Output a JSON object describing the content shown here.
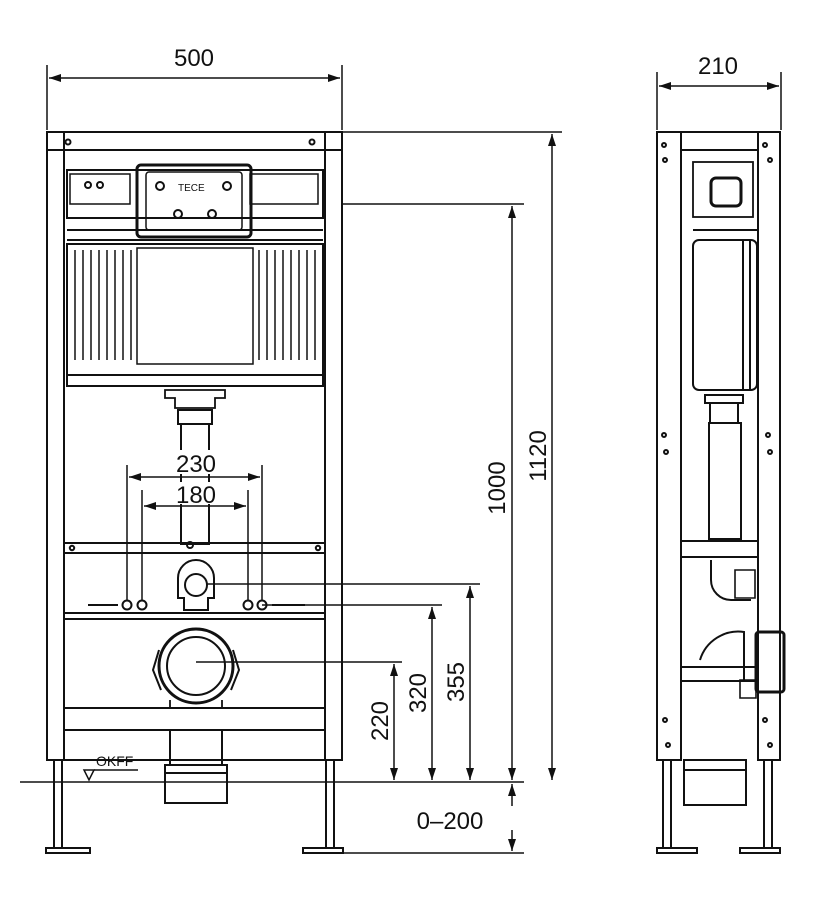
{
  "front_view": {
    "width_label": "500",
    "pitch_outer_label": "230",
    "pitch_inner_label": "180",
    "floor_marker_label": "OKFF",
    "brand_label": "TECE",
    "heights": {
      "total": "1120",
      "actuator": "1000",
      "supply": "355",
      "outlet_upper": "320",
      "outlet_center": "220",
      "foot_adjust": "0–200"
    }
  },
  "side_view": {
    "depth_label": "210"
  }
}
